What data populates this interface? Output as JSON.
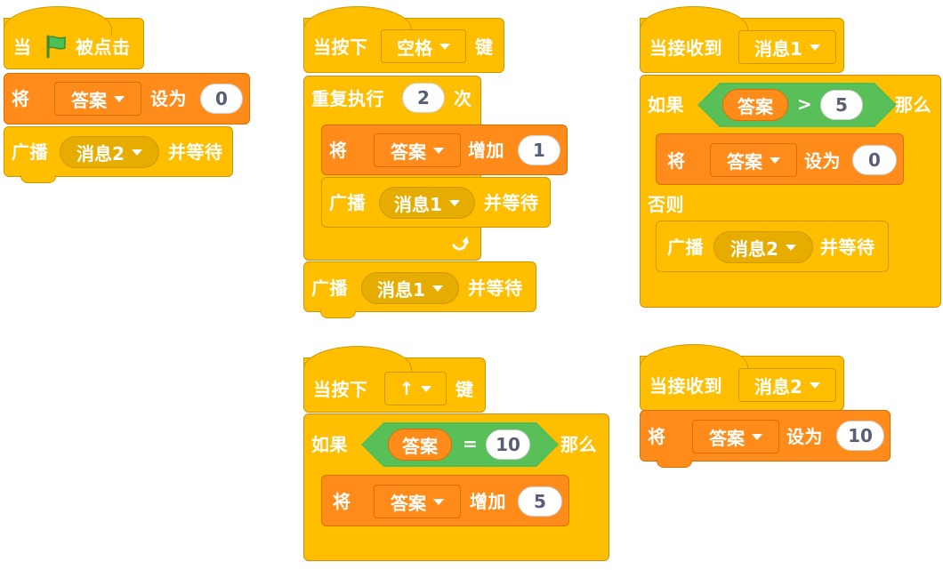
{
  "colors": {
    "control": "#FFBF00",
    "event": "#FFBF00",
    "variables": "#FF8C1A",
    "operators": "#59C059"
  },
  "s1": {
    "when": "当",
    "flag_icon": "green-flag-icon",
    "clicked": "被点击",
    "set": "将",
    "var": "答案",
    "set_to": "设为",
    "val": "0",
    "broadcast": "广播",
    "msg": "消息2",
    "wait": "并等待"
  },
  "s2": {
    "when": "当按下",
    "key": "空格",
    "key_suffix": "键",
    "repeat": "重复执行",
    "times": "2",
    "times_suffix": "次",
    "set": "将",
    "var": "答案",
    "change": "增加",
    "change_val": "1",
    "broadcast": "广播",
    "msg_in": "消息1",
    "wait": "并等待",
    "msg_after": "消息1"
  },
  "s3": {
    "when": "当接收到",
    "msg": "消息1",
    "if": "如果",
    "var": "答案",
    "op": ">",
    "cmp": "5",
    "then": "那么",
    "set": "将",
    "set_var": "答案",
    "set_to": "设为",
    "set_val": "0",
    "else": "否则",
    "broadcast": "广播",
    "b_msg": "消息2",
    "wait": "并等待"
  },
  "s4": {
    "when": "当按下",
    "key": "↑",
    "key_suffix": "键",
    "if": "如果",
    "var": "答案",
    "op": "=",
    "cmp": "10",
    "then": "那么",
    "set": "将",
    "set_var": "答案",
    "change": "增加",
    "change_val": "5"
  },
  "s5": {
    "when": "当接收到",
    "msg": "消息2",
    "set": "将",
    "var": "答案",
    "set_to": "设为",
    "val": "10"
  }
}
